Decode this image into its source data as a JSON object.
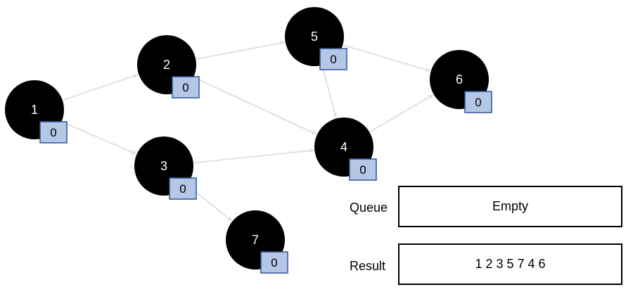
{
  "colors": {
    "node_fill": "#000000",
    "node_text": "#ffffff",
    "indegree_fill": "#b4c7e7",
    "indegree_border": "#2f5597",
    "edge": "#e0e0e0"
  },
  "nodes": [
    {
      "id": "1",
      "indegree": "0"
    },
    {
      "id": "2",
      "indegree": "0"
    },
    {
      "id": "3",
      "indegree": "0"
    },
    {
      "id": "4",
      "indegree": "0"
    },
    {
      "id": "5",
      "indegree": "0"
    },
    {
      "id": "6",
      "indegree": "0"
    },
    {
      "id": "7",
      "indegree": "0"
    }
  ],
  "edges": [
    {
      "from": "1",
      "to": "2"
    },
    {
      "from": "1",
      "to": "3"
    },
    {
      "from": "2",
      "to": "5"
    },
    {
      "from": "2",
      "to": "4"
    },
    {
      "from": "3",
      "to": "4"
    },
    {
      "from": "3",
      "to": "7"
    },
    {
      "from": "5",
      "to": "4"
    },
    {
      "from": "5",
      "to": "6"
    },
    {
      "from": "4",
      "to": "6"
    }
  ],
  "queue": {
    "label": "Queue",
    "value": "Empty"
  },
  "result": {
    "label": "Result",
    "value": "1 2 3 5 7 4 6"
  }
}
